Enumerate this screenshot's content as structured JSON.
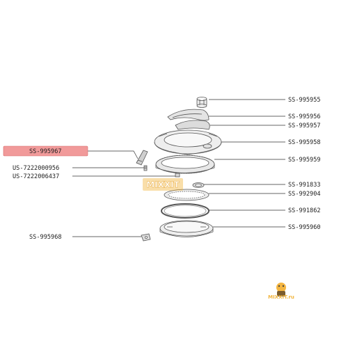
{
  "parts_right": [
    {
      "code": "SS-995955"
    },
    {
      "code": "SS-995956"
    },
    {
      "code": "SS-995957"
    },
    {
      "code": "SS-995958"
    },
    {
      "code": "SS-995959"
    },
    {
      "code": "SS-991833"
    },
    {
      "code": "SS-992904"
    },
    {
      "code": "SS-991862"
    },
    {
      "code": "SS-995960"
    }
  ],
  "parts_left": [
    {
      "code": "SS-995967",
      "highlighted": true
    },
    {
      "code": "US-7222000956"
    },
    {
      "code": "US-7222006437"
    },
    {
      "code": "SS-995968"
    }
  ],
  "watermark": {
    "center_text": "MIXXIT",
    "corner_text": "MIXXIT.ru",
    "color": "#f2b640"
  },
  "colors": {
    "highlight_fill": "#f19a9a",
    "highlight_stroke": "#d76a6a",
    "line": "#333333",
    "part_fill": "#ececec",
    "part_stroke": "#555555"
  }
}
